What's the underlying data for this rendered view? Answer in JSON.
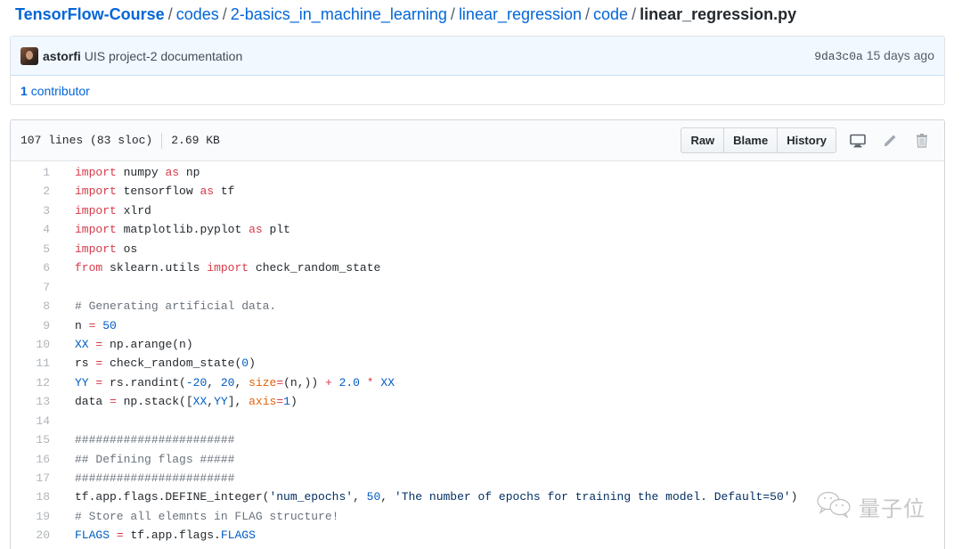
{
  "breadcrumb": {
    "items": [
      "TensorFlow-Course",
      "codes",
      "2-basics_in_machine_learning",
      "linear_regression",
      "code"
    ],
    "separator": "/",
    "file": "linear_regression.py"
  },
  "commit": {
    "author": "astorfi",
    "message": "UIS project-2 documentation",
    "sha": "9da3c0a",
    "time": "15 days ago"
  },
  "contributors": {
    "count": "1",
    "label": "contributor"
  },
  "file": {
    "lines_info": "107 lines (83 sloc)",
    "size": "2.69 KB",
    "buttons": {
      "raw": "Raw",
      "blame": "Blame",
      "history": "History"
    },
    "icons": [
      "desktop-icon",
      "pencil-icon",
      "trash-icon"
    ]
  },
  "code": {
    "lines": [
      {
        "n": "1",
        "t": [
          [
            "k",
            "import"
          ],
          [
            "",
            "numpy"
          ],
          [
            "k",
            "as"
          ],
          [
            "",
            "np"
          ]
        ]
      },
      {
        "n": "2",
        "t": [
          [
            "k",
            "import"
          ],
          [
            "",
            "tensorflow"
          ],
          [
            "k",
            "as"
          ],
          [
            "",
            "tf"
          ]
        ]
      },
      {
        "n": "3",
        "t": [
          [
            "k",
            "import"
          ],
          [
            "",
            "xlrd"
          ]
        ]
      },
      {
        "n": "4",
        "t": [
          [
            "k",
            "import"
          ],
          [
            "",
            "matplotlib.pyplot"
          ],
          [
            "k",
            "as"
          ],
          [
            "",
            "plt"
          ]
        ]
      },
      {
        "n": "5",
        "t": [
          [
            "k",
            "import"
          ],
          [
            "",
            "os"
          ]
        ]
      },
      {
        "n": "6",
        "t": [
          [
            "k",
            "from"
          ],
          [
            "",
            "sklearn.utils"
          ],
          [
            "k",
            "import"
          ],
          [
            "",
            "check_random_state"
          ]
        ]
      },
      {
        "n": "7",
        "t": []
      },
      {
        "n": "8",
        "t": [
          [
            "c",
            "# Generating artificial data."
          ]
        ]
      },
      {
        "n": "9",
        "raw": "n = 50"
      },
      {
        "n": "10",
        "raw": "XX = np.arange(n)"
      },
      {
        "n": "11",
        "raw": "rs = check_random_state(0)"
      },
      {
        "n": "12",
        "raw": "YY = rs.randint(-20, 20, size=(n,)) + 2.0 * XX"
      },
      {
        "n": "13",
        "raw": "data = np.stack([XX,YY], axis=1)"
      },
      {
        "n": "14",
        "raw": ""
      },
      {
        "n": "15",
        "raw": "#######################"
      },
      {
        "n": "16",
        "raw": "## Defining flags #####"
      },
      {
        "n": "17",
        "raw": "#######################"
      },
      {
        "n": "18",
        "raw": "tf.app.flags.DEFINE_integer('num_epochs', 50, 'The number of epochs for training the model. Default=50')"
      },
      {
        "n": "19",
        "raw": "# Store all elemnts in FLAG structure!"
      },
      {
        "n": "20",
        "raw": "FLAGS = tf.app.flags.FLAGS"
      }
    ]
  },
  "watermark": {
    "text": "量子位"
  },
  "colors": {
    "link": "#0366d6",
    "keyword": "#d73a49",
    "comment": "#6a737d",
    "constant": "#005cc5",
    "param": "#e36209",
    "commit_bg": "#f1f8ff"
  }
}
